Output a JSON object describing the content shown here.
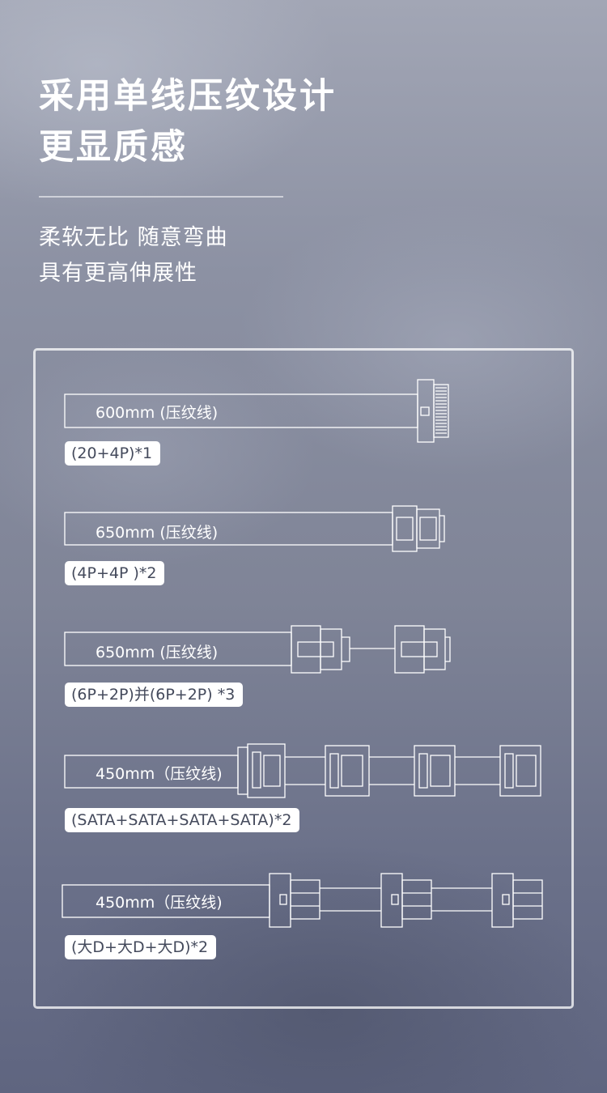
{
  "headline": {
    "line1": "采用单线压纹设计",
    "line2": "更显质感"
  },
  "subtitle": {
    "line1": "柔软无比  随意弯曲",
    "line2": "具有更高伸展性"
  },
  "cables": [
    {
      "length_label": "600mm (压纹线)",
      "spec": "(20+4P)*1"
    },
    {
      "length_label": "650mm (压纹线)",
      "spec": "(4P+4P )*2"
    },
    {
      "length_label": "650mm (压纹线)",
      "spec": "(6P+2P)并(6P+2P) *3"
    },
    {
      "length_label": "450mm（压纹线)",
      "spec": "(SATA+SATA+SATA+SATA)*2"
    },
    {
      "length_label": "450mm（压纹线)",
      "spec": "(大D+大D+大D)*2"
    }
  ],
  "colors": {
    "text": "#ffffff",
    "tag_background": "#ffffff",
    "tag_text": "#444a5c",
    "background_top": "#a2a6b5",
    "background_bottom": "#5f6580"
  }
}
